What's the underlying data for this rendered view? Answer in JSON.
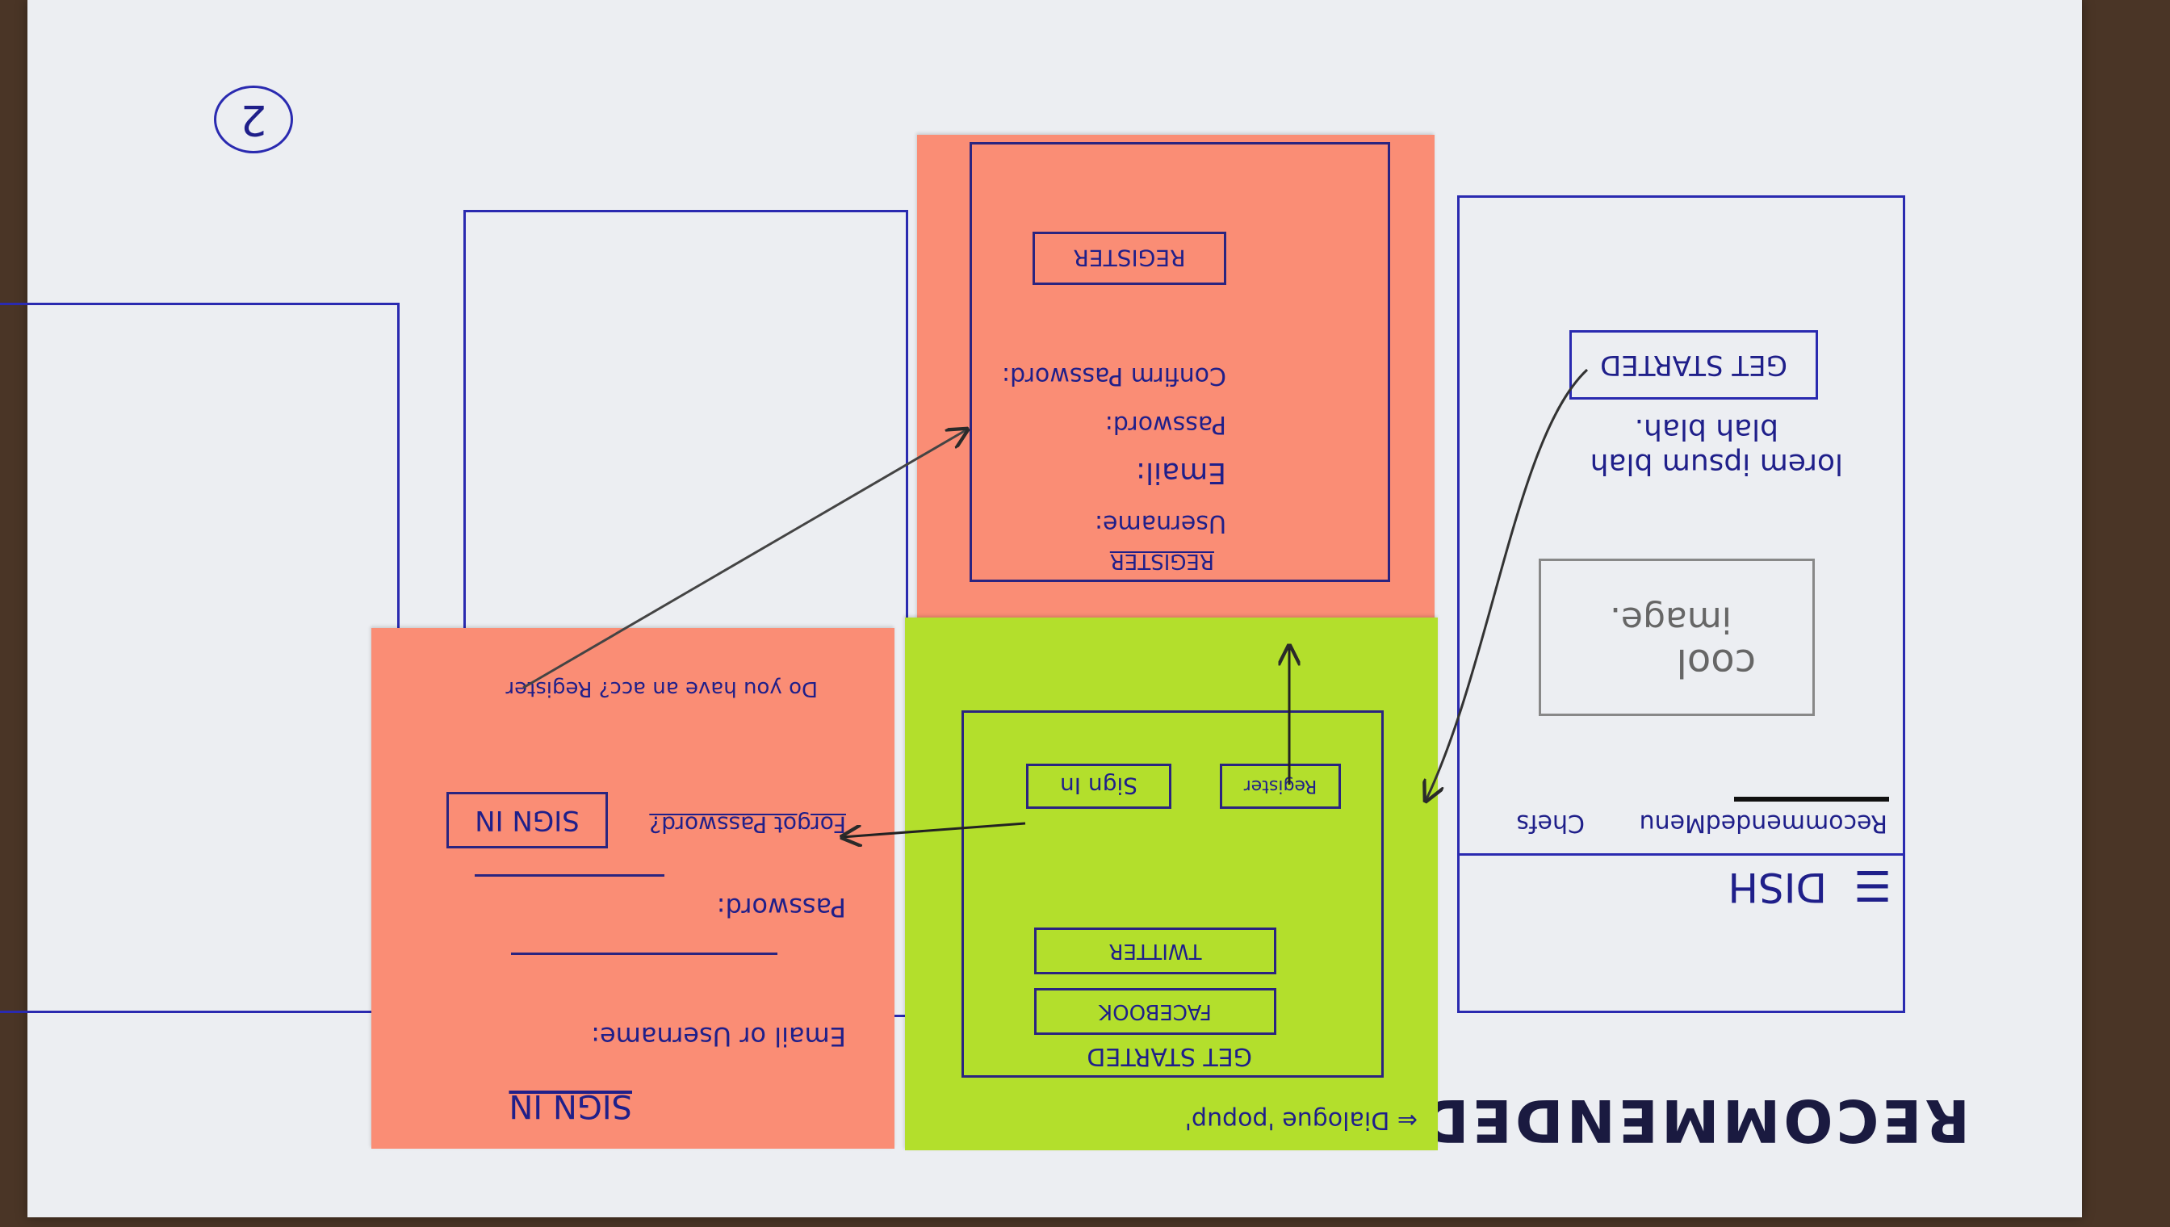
{
  "page_number": "2",
  "section_title": "RECOMMENDED",
  "screen_recommended": {
    "app_title": "DISH",
    "tabs": [
      "Recommended",
      "Menu",
      "Chefs"
    ],
    "image_placeholder_line1": "cool",
    "image_placeholder_line2": "image.",
    "body_text_line1": "lorem ipsum blah",
    "body_text_line2": "blah blah.",
    "get_started_label": "GET STARTED"
  },
  "dialogue_note": "Dialogue 'popup'",
  "popup": {
    "title": "GET STARTED",
    "facebook_label": "FACEBOOK",
    "twitter_label": "TWITTER",
    "sign_in_label": "Sign In",
    "register_label": "Register"
  },
  "register_screen": {
    "title": "REGISTER",
    "username_label": "Username:",
    "email_label": "Email:",
    "password_label": "Password:",
    "confirm_password_label": "Confirm Password:",
    "register_button_label": "REGISTER"
  },
  "signin_screen": {
    "title": "SIGN IN",
    "email_label": "Email or Username:",
    "password_label": "Password:",
    "forgot_password_label": "Forgot Password?",
    "sign_in_button_label": "SIGN IN",
    "register_prompt": "Do you have an acc? Register"
  }
}
